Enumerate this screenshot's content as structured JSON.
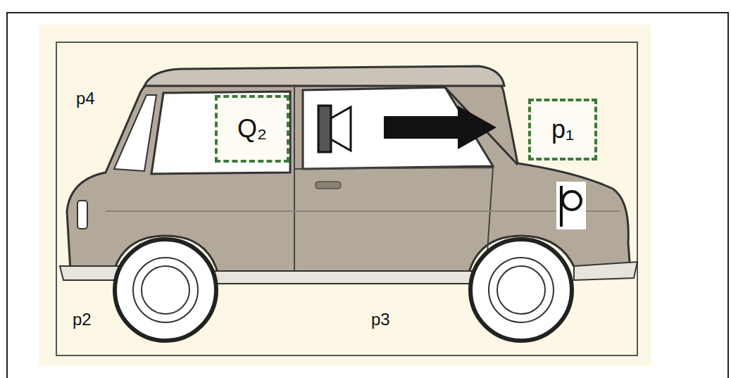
{
  "diagram": {
    "nodes": [
      {
        "text": [
          "Q₂"
        ]
      },
      {
        "text": [
          "p₁"
        ]
      }
    ],
    "labels": [
      "p4",
      "p2",
      "p3"
    ]
  }
}
